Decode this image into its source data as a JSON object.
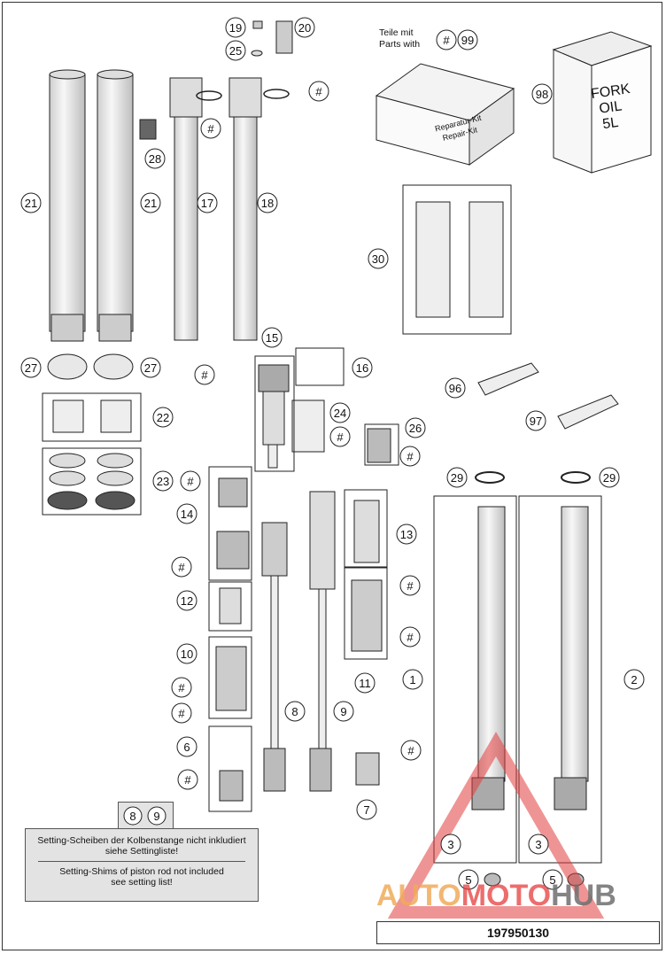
{
  "kit_note": {
    "line1": "Teile mit",
    "line2": "Parts with"
  },
  "oil_can": {
    "line1": "FORK",
    "line2": "OIL",
    "line3": "5L"
  },
  "repair_kit_box": {
    "line1": "Reparatur-Kit",
    "line2": "Repair-Kit"
  },
  "note": {
    "ref_a": "8",
    "ref_b": "9",
    "de_line1": "Setting-Scheiben der Kolbenstange nicht inkludiert",
    "de_line2": "siehe Settingliste!",
    "en_line1": "Setting-Shims of piston rod not included",
    "en_line2": "see setting list!"
  },
  "doc_number": "197950130",
  "watermark": {
    "part1": "AUTO",
    "part2": "MOTO",
    "part3": "HUB"
  },
  "callouts": [
    "1",
    "2",
    "3",
    "3",
    "5",
    "5",
    "6",
    "7",
    "8",
    "9",
    "10",
    "11",
    "12",
    "13",
    "14",
    "15",
    "16",
    "17",
    "18",
    "19",
    "20",
    "21",
    "21",
    "22",
    "23",
    "24",
    "25",
    "26",
    "27",
    "27",
    "28",
    "29",
    "29",
    "30",
    "96",
    "97",
    "98",
    "99",
    "#"
  ],
  "colors": {
    "line": "#222222",
    "fill": "#ececec",
    "watermark_red": "#e23c3c",
    "watermark_orange": "#f0aa5a"
  }
}
